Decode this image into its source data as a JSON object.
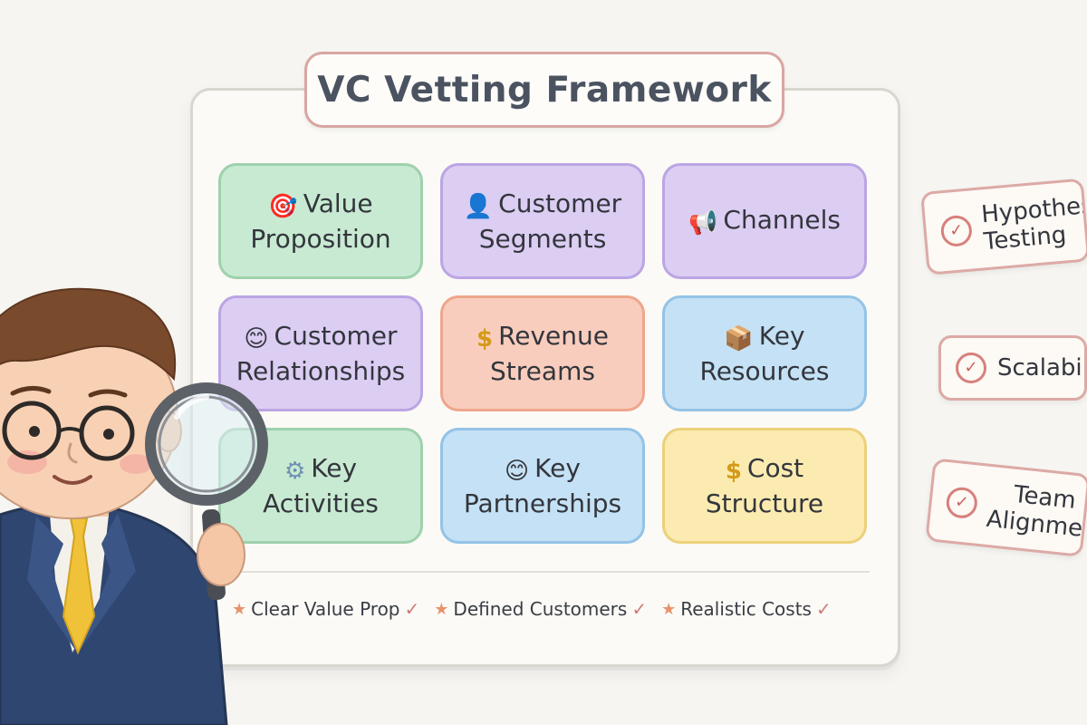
{
  "title": "VC Vetting Framework",
  "tiles": [
    {
      "icon": "🎯",
      "icon_name": "target-icon",
      "line1": "Value",
      "line2": "Proposition",
      "color": "green"
    },
    {
      "icon": "👤",
      "icon_name": "person-icon",
      "line1": "Customer",
      "line2": "Segments",
      "color": "purple"
    },
    {
      "icon": "📢",
      "icon_name": "megaphone-icon",
      "line1": "Channels",
      "line2": "",
      "color": "purple"
    },
    {
      "icon": "😊",
      "icon_name": "smiley-icon",
      "line1": "Customer",
      "line2": "Relationships",
      "color": "purple"
    },
    {
      "icon": "$",
      "icon_name": "dollar-icon",
      "line1": "Revenue",
      "line2": "Streams",
      "color": "salmon"
    },
    {
      "icon": "📦",
      "icon_name": "box-icon",
      "line1": "Key",
      "line2": "Resources",
      "color": "blue"
    },
    {
      "icon": "⚙",
      "icon_name": "gear-icon",
      "line1": "Key",
      "line2": "Activities",
      "color": "green"
    },
    {
      "icon": "😊",
      "icon_name": "smiley-icon",
      "line1": "Key",
      "line2": "Partnerships",
      "color": "blue"
    },
    {
      "icon": "$",
      "icon_name": "dollar-icon",
      "line1": "Cost",
      "line2": "Structure",
      "color": "yellow"
    }
  ],
  "checklist": [
    "Clear Value Prop",
    "Defined Customers",
    "Realistic Costs"
  ],
  "side_tags": [
    {
      "line1": "Hypothes",
      "line2": "Testing"
    },
    {
      "line1": "Scalabil",
      "line2": ""
    },
    {
      "line1": "Team",
      "line2": "Alignmen"
    }
  ],
  "colors": {
    "green": "#c8ead2",
    "purple": "#dccdf3",
    "salmon": "#f9cdbd",
    "blue": "#c5e1f5",
    "yellow": "#fbebb0",
    "accent": "#d9a6a2"
  }
}
